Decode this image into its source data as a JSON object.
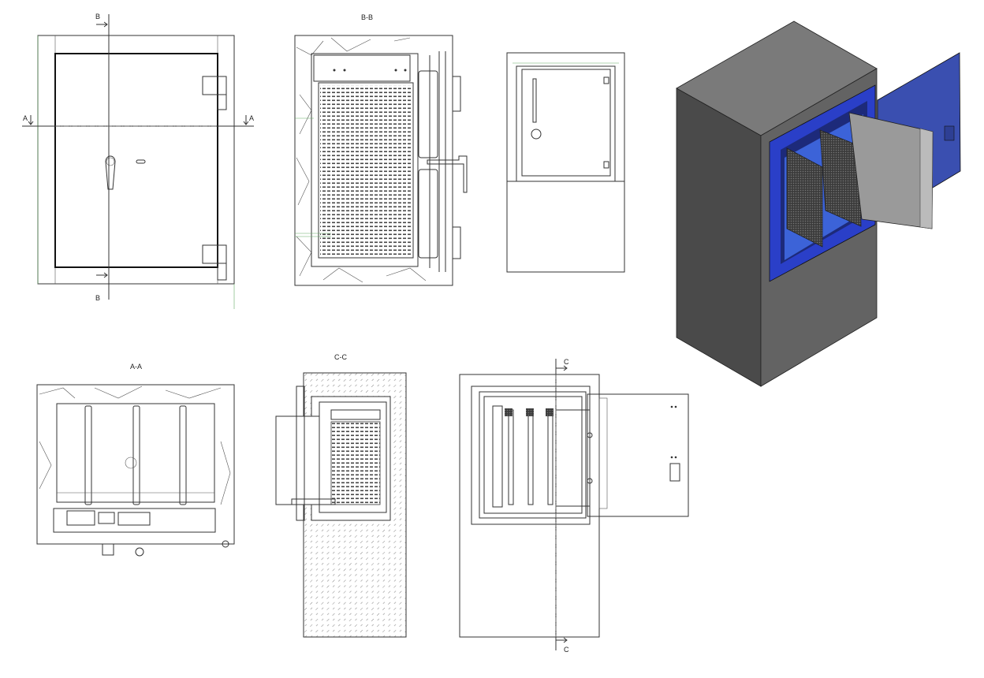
{
  "drawing": {
    "section_marks": {
      "b_top": "B",
      "b_bottom": "B",
      "a_left": "A",
      "a_right": "A",
      "c_top": "C",
      "c_bottom": "C"
    },
    "views": {
      "section_bb": "B-B",
      "section_aa": "A-A",
      "section_cc": "C-C"
    },
    "colors": {
      "cabinet_gray": "#5f5f5f",
      "frame_blue": "#2a3fc8",
      "door_blue": "#3a4fb0",
      "line": "#333333"
    }
  }
}
